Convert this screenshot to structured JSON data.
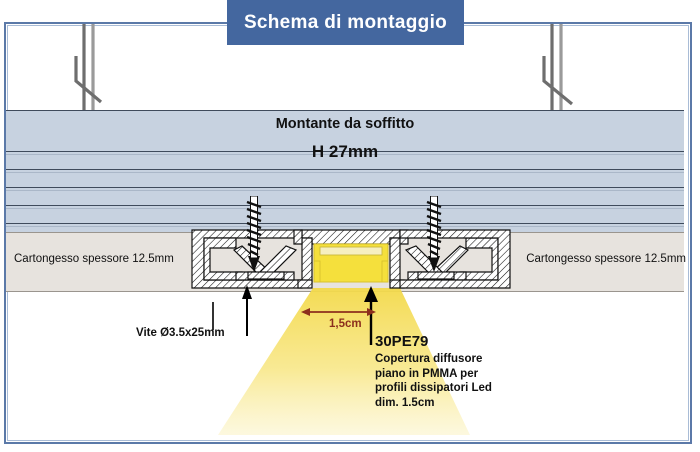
{
  "title": {
    "text": "Schema di montaggio"
  },
  "ceiling": {
    "label": "Montante da soffitto",
    "height_label": "H 27mm"
  },
  "drywall": {
    "left_label": "Cartongesso spessore 12.5mm",
    "right_label": "Cartongesso spessore 12.5mm"
  },
  "screw": {
    "label": "Vite Ø3.5x25mm"
  },
  "dimension": {
    "label": "1,5cm"
  },
  "callout": {
    "code": "30PE79",
    "line1": "Copertura diffusore",
    "line2": "piano in PMMA per",
    "line3": "profili dissipatori Led",
    "line4": "dim. 1.5cm"
  },
  "colors": {
    "banner": "#44679f",
    "frame": "#5b79a8",
    "ceiling": "#c7d2e0",
    "drywall": "#e7e3de",
    "light": "#f7e27a",
    "diffuser": "#f5e03c",
    "dimension": "#8c2f1d"
  }
}
